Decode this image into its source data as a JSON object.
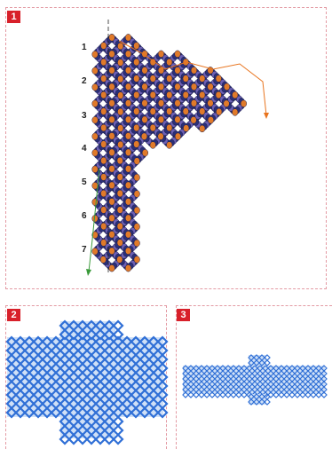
{
  "panels": [
    {
      "number": "1"
    },
    {
      "number": "2"
    },
    {
      "number": "3"
    }
  ],
  "row_labels": [
    "1",
    "2",
    "3",
    "4",
    "5",
    "6",
    "7"
  ],
  "colors": {
    "badge": "#d8202a",
    "border": "#e39aa3",
    "bead_dark": "#2a2f78",
    "bead_purple": "#6b5fb3",
    "bead_orange": "#e07a2a",
    "thread_orange": "#e8741e",
    "thread_green": "#3a9a3a",
    "beadwork_blue": "#2f6fd6"
  }
}
